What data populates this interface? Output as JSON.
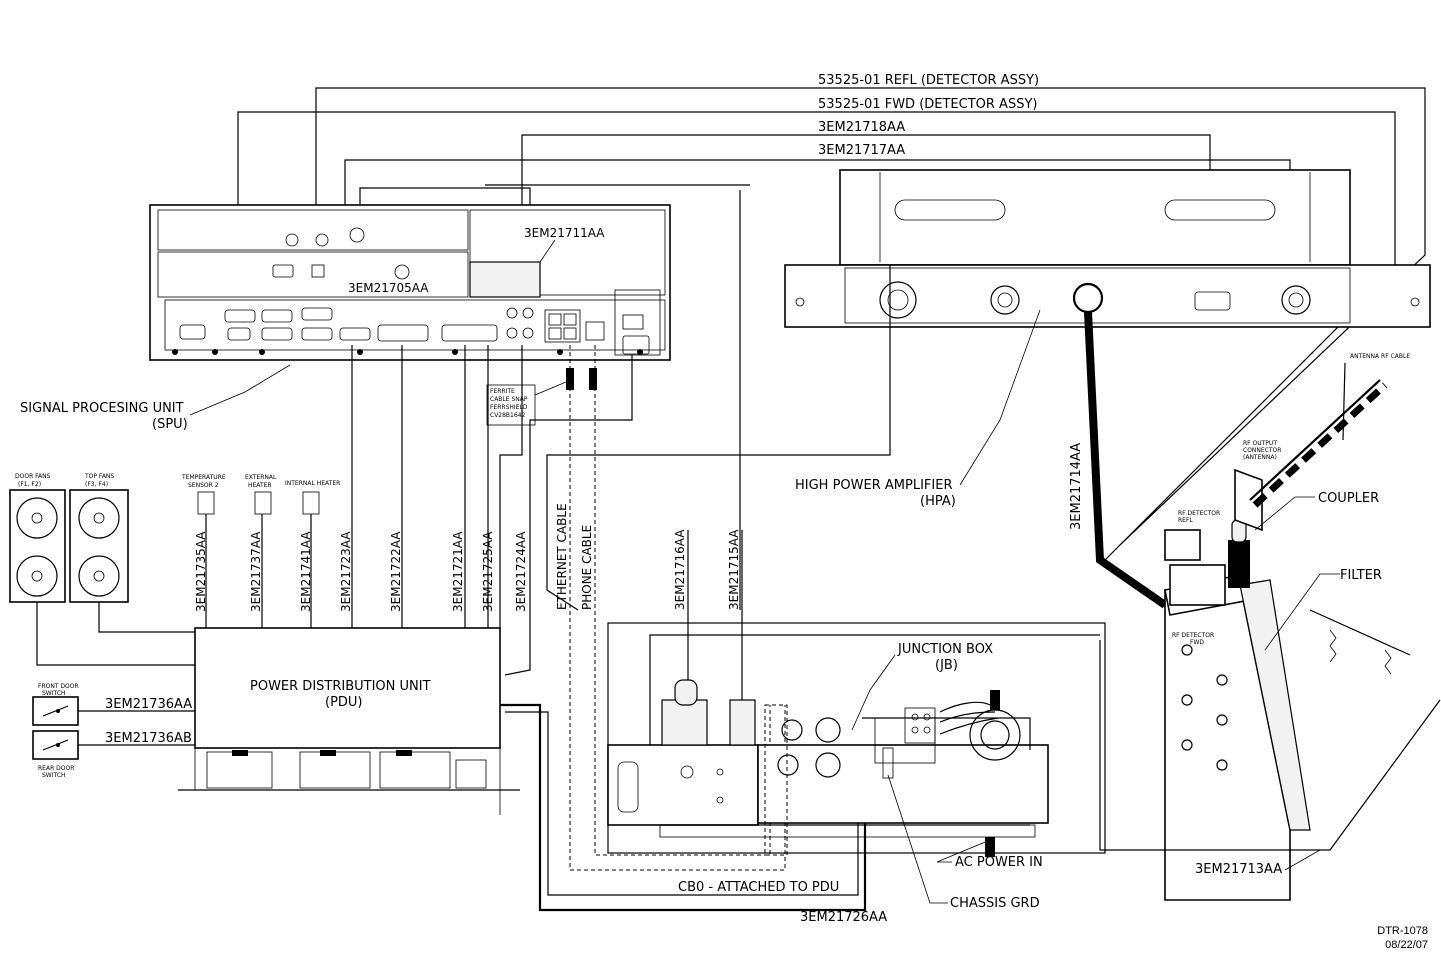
{
  "cables_top": {
    "refl": "53525-01 REFL (DETECTOR ASSY)",
    "fwd": "53525-01 FWD (DETECTOR ASSY)",
    "c18": "3EM21718AA",
    "c17": "3EM21717AA"
  },
  "units": {
    "spu": "SIGNAL PROCESING UNIT",
    "spu_abbr": "(SPU)",
    "hpa": "HIGH POWER AMPLIFIER",
    "hpa_abbr": "(HPA)",
    "pdu": "POWER DISTRIBUTION UNIT",
    "pdu_abbr": "(PDU)",
    "jb": "JUNCTION BOX",
    "jb_abbr": "(JB)"
  },
  "spu_cables": {
    "c11": "3EM21711AA",
    "c05": "3EM21705AA"
  },
  "ferrite": [
    "FERRITE",
    "CABLE SNAP",
    "FERRSHIELD",
    "CV28B1642"
  ],
  "fans": {
    "door": [
      "DOOR FANS",
      "(F1, F2)"
    ],
    "top": [
      "TOP FANS",
      "(F3, F4)"
    ]
  },
  "sensors": {
    "temp": [
      "TEMPERATURE",
      "SENSOR 2"
    ],
    "ext": [
      "EXTERNAL",
      "HEATER"
    ],
    "int": "INTERNAL HEATER"
  },
  "vertical_cables": [
    "3EM21735AA",
    "3EM21737AA",
    "3EM21741AA",
    "3EM21723AA",
    "3EM21722AA",
    "3EM21721AA",
    "3EM21725AA",
    "3EM21724AA"
  ],
  "ethernet": "ETHERNET CABLE",
  "phone": "PHONE CABLE",
  "jb_cables": [
    "3EM21716AA",
    "3EM21715AA"
  ],
  "rf_cable": "3EM21714AA",
  "switches": {
    "front": [
      "FRONT DOOR",
      "SWITCH"
    ],
    "rear": [
      "REAR DOOR",
      "SWITCH"
    ],
    "c36a": "3EM21736AA",
    "c36b": "3EM21736AB"
  },
  "bottom": {
    "cb0": "CB0 - ATTACHED TO PDU",
    "c26": "3EM21726AA",
    "ac": "AC POWER IN",
    "grd": "CHASSIS GRD",
    "c13": "3EM21713AA"
  },
  "right": {
    "antenna": "ANTENNA RF CABLE",
    "coupler": "COUPLER",
    "filter": "FILTER",
    "rf_out": [
      "RF OUTPUT",
      "CONNECTOR",
      "(ANTENNA)"
    ],
    "det_refl": [
      "RF DETECTOR",
      "REFL"
    ],
    "det_fwd": [
      "RF DETECTOR",
      "FWD"
    ]
  },
  "doc": {
    "id": "DTR-1078",
    "date": "08/22/07"
  }
}
